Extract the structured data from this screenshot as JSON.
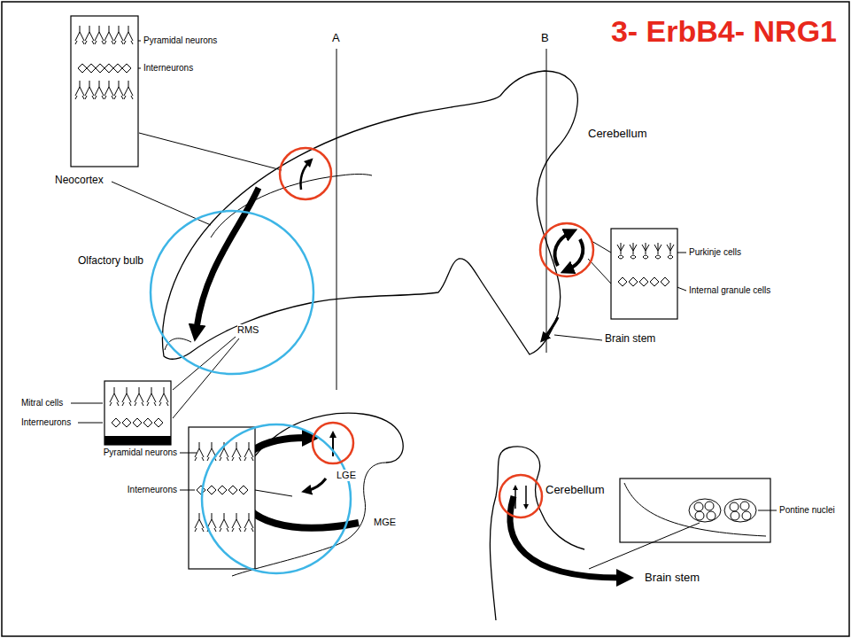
{
  "diagram": {
    "title": "3- ErbB4- NRG1",
    "labels": [
      "Pyramidal neurons",
      "Interneurons",
      "A",
      "B",
      "Neocortex",
      "Cerebellum",
      "Purkinje cells",
      "Internal granule cells",
      "Olfactory bulb",
      "Brain stem",
      "RMS",
      "Mitral cells",
      "Interneurons",
      "Pyramidal neurons",
      "Interneurons",
      "LGE",
      "Cerebellum",
      "MGE",
      "Pontine nuclei",
      "Brain stem"
    ]
  }
}
